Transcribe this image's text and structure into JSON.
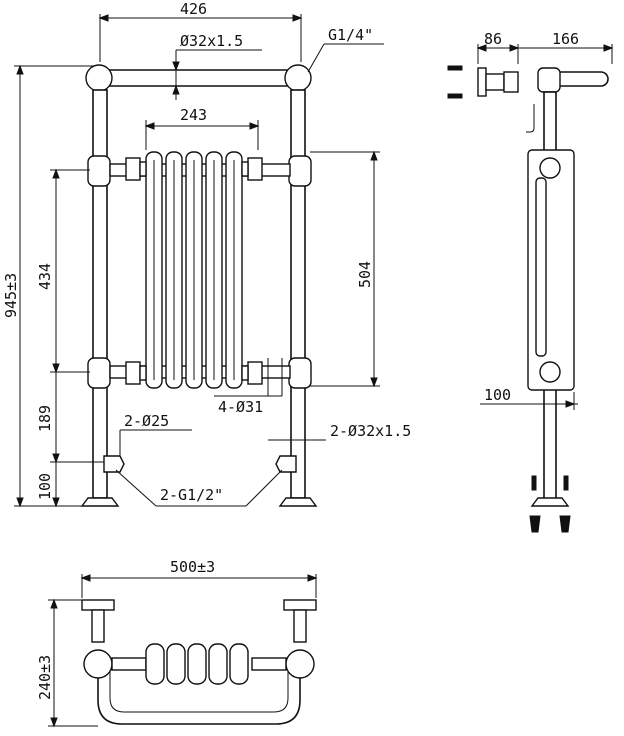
{
  "front_view": {
    "width_top": "426",
    "pipe_top": "Ø32x1.5",
    "valve_air": "G1/4\"",
    "radiator_width": "243",
    "height_total": "945±3",
    "height_rail": "434",
    "height_radiator": "504",
    "height_lower": "189",
    "height_base": "100",
    "inlet_pair": "2-Ø25",
    "bolt_pair": "4-Ø31",
    "pipe_pair": "2-Ø32x1.5",
    "thread_pair": "2-G1/2\""
  },
  "side_view": {
    "depth_wall": "86",
    "depth_total": "166",
    "depth_foot": "100"
  },
  "top_view": {
    "width_total": "500±3",
    "depth_total": "240±3"
  }
}
